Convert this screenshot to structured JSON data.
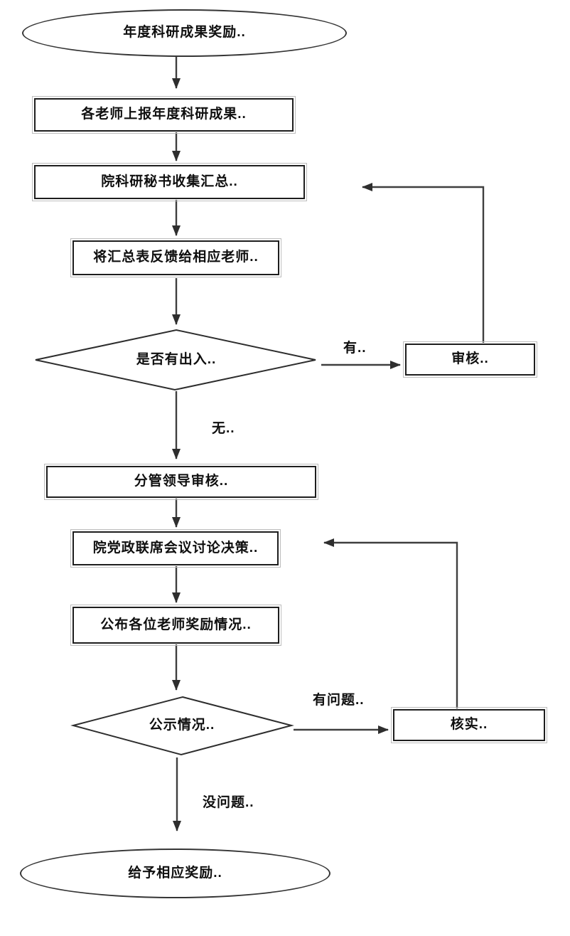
{
  "flowchart": {
    "nodes": {
      "start": {
        "label": "年度科研成果奖励.."
      },
      "report": {
        "label": "各老师上报年度科研成果.."
      },
      "collect": {
        "label": "院科研秘书收集汇总.."
      },
      "feedback": {
        "label": "将汇总表反馈给相应老师.."
      },
      "discrepancy_decision": {
        "label": "是否有出入.."
      },
      "review": {
        "label": "审核.."
      },
      "leader_review": {
        "label": "分管领导审核.."
      },
      "joint_meeting": {
        "label": "院党政联席会议讨论决策.."
      },
      "announce": {
        "label": "公布各位老师奖励情况.."
      },
      "publicity_decision": {
        "label": "公示情况.."
      },
      "verify": {
        "label": "核实.."
      },
      "end": {
        "label": "给予相应奖励.."
      }
    },
    "edge_labels": {
      "has_discrepancy": "有..",
      "no_discrepancy": "无..",
      "has_problem": "有问题..",
      "no_problem": "没问题.."
    },
    "colors": {
      "line": "#3f3f3f",
      "arrowhead": "#2e2e2e",
      "node_border": "#1e1e1e",
      "text": "#0f0f0f",
      "background": "#ffffff"
    }
  }
}
